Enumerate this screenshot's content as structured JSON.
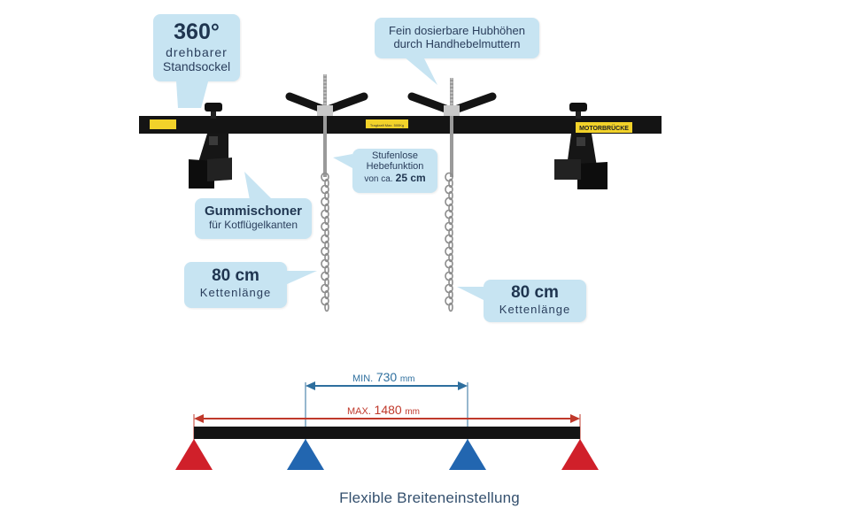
{
  "callouts": {
    "rotation": {
      "big": "360°",
      "line1": "drehbarer",
      "line2": "Standsockel"
    },
    "height": {
      "line1": "Fein dosierbare Hubhöhen",
      "line2": "durch Handhebelmuttern"
    },
    "stepless": {
      "line1": "Stufenlose",
      "line2": "Hebefunktion",
      "line3_prefix": "von ca.",
      "line3_value": "25 cm"
    },
    "rubber": {
      "title": "Gummischoner",
      "sub": "für Kotflügelkanten"
    },
    "chain_left": {
      "value": "80 cm",
      "label": "Kettenlänge"
    },
    "chain_right": {
      "value": "80 cm",
      "label": "Kettenlänge"
    }
  },
  "beam_labels": {
    "plate_left": "",
    "plate_center": "Tragkraft Max. 500Kg",
    "plate_right": "MOTORBRÜCKE"
  },
  "dimensions": {
    "min": {
      "prefix": "MIN.",
      "value": "730",
      "unit": "mm"
    },
    "max": {
      "prefix": "MAX.",
      "value": "1480",
      "unit": "mm"
    }
  },
  "caption": "Flexible Breiteneinstellung",
  "colors": {
    "callout_bg": "#c7e4f2",
    "min_arrow": "#2e6f9e",
    "max_arrow": "#c0392b",
    "inner_triangles": "#2266b0",
    "outer_triangles": "#d0202a"
  }
}
